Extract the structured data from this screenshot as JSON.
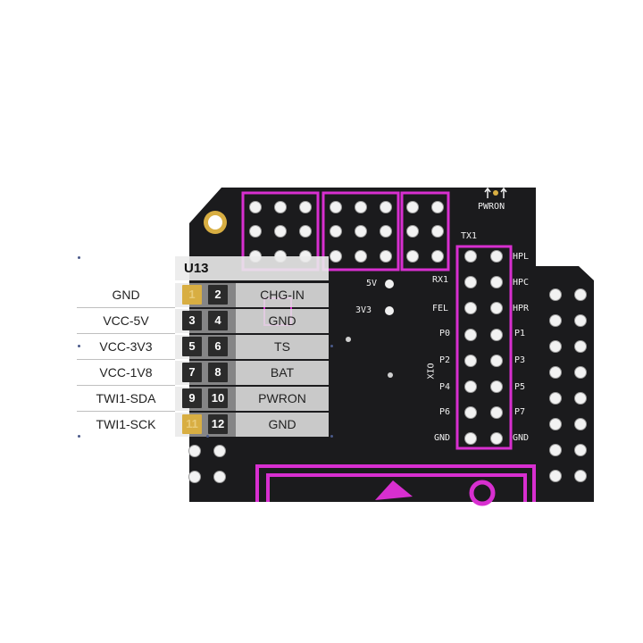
{
  "header": {
    "title": "U13"
  },
  "pins": [
    {
      "left": "GND",
      "odd": "1",
      "even": "2",
      "right": "CHG-IN",
      "odd_gold": true
    },
    {
      "left": "VCC-5V",
      "odd": "3",
      "even": "4",
      "right": "GND",
      "odd_gold": false
    },
    {
      "left": "VCC-3V3",
      "odd": "5",
      "even": "6",
      "right": "TS",
      "odd_gold": false
    },
    {
      "left": "VCC-1V8",
      "odd": "7",
      "even": "8",
      "right": "BAT",
      "odd_gold": false
    },
    {
      "left": "TWI1-SDA",
      "odd": "9",
      "even": "10",
      "right": "PWRON",
      "odd_gold": false
    },
    {
      "left": "TWI1-SCK",
      "odd": "11",
      "even": "12",
      "right": "GND",
      "odd_gold": true
    }
  ],
  "silkscreen": {
    "pwron": "PWRON",
    "tx1": "TX1",
    "rx1": "RX1",
    "fel": "FEL",
    "hpl": "HPL",
    "hpc": "HPC",
    "hpr": "HPR",
    "v5": "5V",
    "v3v3": "3V3",
    "xio": "XIO",
    "p0": "P0",
    "p1": "P1",
    "p2": "P2",
    "p3": "P3",
    "p4": "P4",
    "p5": "P5",
    "p6": "P6",
    "p7": "P7",
    "gnd_l": "GND",
    "gnd_r": "GND"
  },
  "colors": {
    "board": "#1b1b1d",
    "accent": "#d82fd0",
    "pad_gold": "#d8ae42"
  }
}
